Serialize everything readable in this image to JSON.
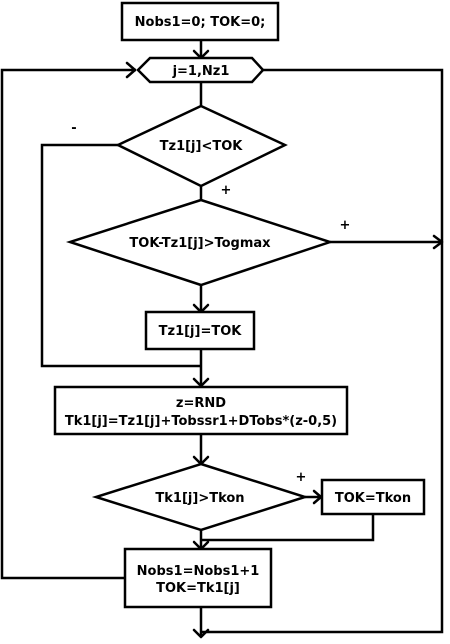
{
  "nodes": {
    "init": "Nobs1=0; TOK=0;",
    "loop": "j=1,Nz1",
    "cond1": "Tz1[j]<TOK",
    "cond2": "TOK-Tz1[j]>Togmax",
    "assign_tz": "Tz1[j]=TOK",
    "calc_line1": "z=RND",
    "calc_line2": "Tk1[j]=Tz1[j]+Tobssr1+DTobs*(z-0,5)",
    "cond3": "Tk1[j]>Tkon",
    "assign_tok": "TOK=Tkon",
    "update_line1": "Nobs1=Nobs1+1",
    "update_line2": "TOK=Tk1[j]"
  },
  "signs": {
    "cond1_no": "-",
    "cond1_yes": "+",
    "cond2_yes": "+",
    "cond3_yes": "+"
  }
}
